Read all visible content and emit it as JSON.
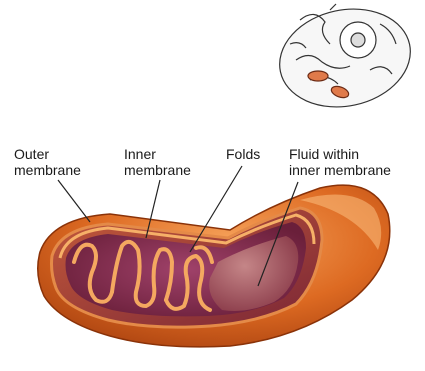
{
  "labels": {
    "outer": {
      "line1": "Outer",
      "line2": "membrane"
    },
    "inner": {
      "line1": "Inner",
      "line2": "membrane"
    },
    "folds": {
      "line1": "Folds"
    },
    "fluid": {
      "line1": "Fluid within",
      "line2": "inner membrane"
    }
  },
  "colors": {
    "outer_membrane": "#d9631c",
    "outer_highlight": "#f6a25a",
    "inner_membrane": "#f0a055",
    "matrix": "#8a2f4a",
    "cut_surface": "#b44a2a",
    "leader_line": "#222222"
  }
}
